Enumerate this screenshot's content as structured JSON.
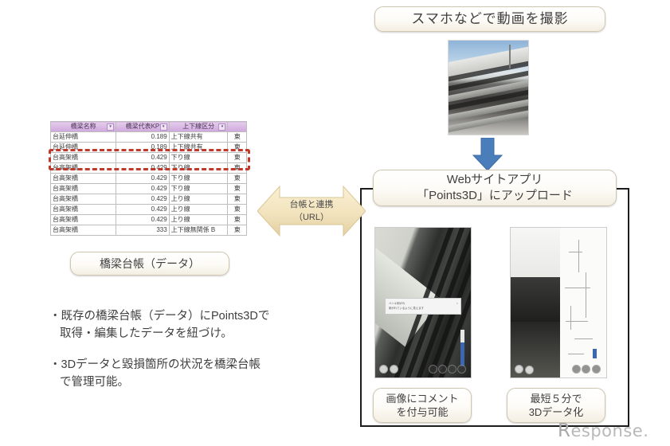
{
  "capture": {
    "label": "スマホなどで動画を撮影",
    "photo_alt": "bridge-underside-photo",
    "arrow": "down-arrow"
  },
  "points3d": {
    "title_line1": "Webサイトアプリ",
    "title_line2": "「Points3D」にアップロード",
    "shots": [
      {
        "name": "comment-screenshot",
        "popup_title": "ペンキ剥がれ",
        "popup_body": "剥がれているように見えます",
        "close": "×"
      },
      {
        "name": "pointcloud-screenshot"
      }
    ],
    "captions": [
      {
        "line1": "画像にコメント",
        "line2": "を付与可能"
      },
      {
        "line1": "最短５分で",
        "line2": "3Dデータ化"
      }
    ]
  },
  "link_arrow": {
    "line1": "台帳と連携",
    "line2": "（URL）"
  },
  "ledger": {
    "caption": "橋梁台帳（データ）",
    "filter_glyph": "▾",
    "columns": [
      "橋梁名称",
      "橋梁代表KP",
      "上下線区分",
      ""
    ],
    "rows": [
      [
        "台延伸橋",
        "0.189",
        "上下線共有",
        "東"
      ],
      [
        "台延伸橋",
        "0.189",
        "上下線共有",
        "東"
      ],
      [
        "台高架橋",
        "0.429",
        "下り線",
        "東"
      ],
      [
        "台高架橋",
        "0.429",
        "下り線",
        "東"
      ],
      [
        "台高架橋",
        "0.429",
        "下り線",
        "東"
      ],
      [
        "台高架橋",
        "0.429",
        "下り線",
        "東"
      ],
      [
        "台高架橋",
        "0.429",
        "上り線",
        "東"
      ],
      [
        "台高架橋",
        "0.429",
        "上り線",
        "東"
      ],
      [
        "台高架橋",
        "0.429",
        "上り線",
        "東"
      ],
      [
        "台高架橋",
        "333",
        "上下線無関係 B",
        "東"
      ]
    ],
    "highlight_color": "#c0392b"
  },
  "bullets": [
    {
      "line1": "・既存の橋梁台帳（データ）にPoints3Dで",
      "line2": "取得・編集したデータを紐づけ。"
    },
    {
      "line1": "・3Dデータと毀損箇所の状況を橋梁台帳",
      "line2": "で管理可能。"
    }
  ],
  "watermark": {
    "r": "R",
    "rest": "esponse."
  },
  "colors": {
    "header_purple": "#cfa8dd",
    "arrow_blue": "#4a7ebb",
    "link_arrow_beige": "#f2e3bd",
    "panel_border": "#1c1c1c"
  }
}
